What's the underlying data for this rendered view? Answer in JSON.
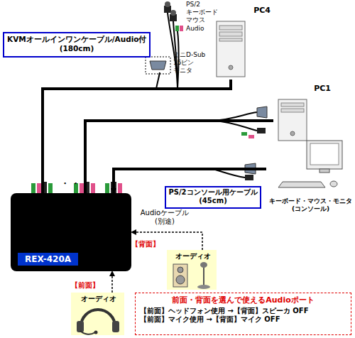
{
  "diagram": {
    "nodes": [
      {
        "text": [
          "KVMオールインワンケーブル/Audio付 (180cm)"
        ]
      },
      {
        "text": [
          "PC4"
        ]
      },
      {
        "text": [
          "PC1"
        ]
      },
      {
        "text": [
          "PS/2コンソール用ケーブル (45cm)"
        ]
      },
      {
        "text": [
          "キーボード・マウス・モニタ (コンソール)"
        ]
      },
      {
        "text": [
          "REX-420A"
        ]
      },
      {
        "text": [
          "【背面】",
          "オーディオ"
        ]
      },
      {
        "text": [
          "【前面】",
          "オーディオ"
        ]
      },
      {
        "text": [
          "前面・背面を選んで使えるAudioポート",
          "【前面】ヘッドフォン使用 →【背面】スピーカ OFF",
          "【前面】マイク使用 →【背面】マイク OFF"
        ]
      }
    ],
    "edges": [
      {
        "from": 5,
        "to": 1,
        "arrow": "none"
      },
      {
        "from": 5,
        "to": 2,
        "arrow": "none"
      },
      {
        "from": 4,
        "to": 5,
        "arrow": "to"
      },
      {
        "from": 6,
        "to": 5,
        "arrow": "to",
        "label": "Audioケーブル (別途)"
      },
      {
        "from": 7,
        "to": 5,
        "arrow": "to"
      }
    ],
    "labels": [
      "PS/2 キーボード マウス",
      "Audio",
      "ミニD-Sub 15ピン モニタ",
      "・ ・"
    ]
  }
}
